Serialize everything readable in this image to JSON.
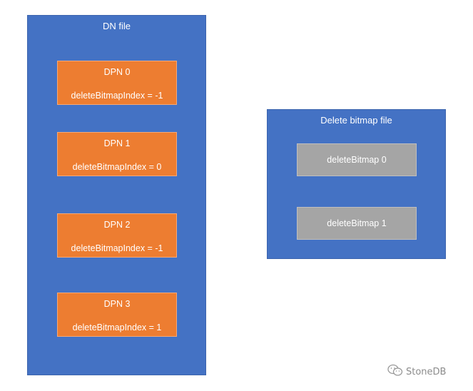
{
  "dn_file": {
    "title": "DN file",
    "dpns": [
      {
        "name": "DPN 0",
        "index_text": "deleteBitmapIndex = -1"
      },
      {
        "name": "DPN 1",
        "index_text": "deleteBitmapIndex = 0"
      },
      {
        "name": "DPN 2",
        "index_text": "deleteBitmapIndex = -1"
      },
      {
        "name": "DPN 3",
        "index_text": "deleteBitmapIndex = 1"
      }
    ]
  },
  "delete_bitmap_file": {
    "title": "Delete bitmap file",
    "bitmaps": [
      {
        "label": "deleteBitmap 0"
      },
      {
        "label": "deleteBitmap 1"
      }
    ]
  },
  "watermark": {
    "icon": "wechat-icon",
    "text": "StoneDB"
  },
  "colors": {
    "container": "#4472c4",
    "dpn": "#ed7d31",
    "bitmap": "#a5a5a5",
    "text": "#ffffff"
  }
}
